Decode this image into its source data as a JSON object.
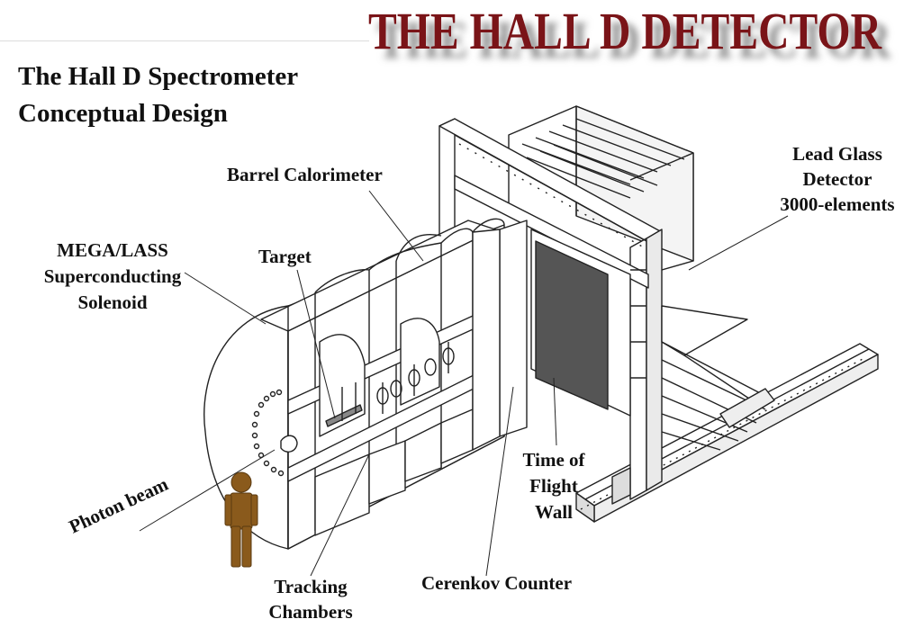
{
  "banner": {
    "title": "THE HALL D DETECTOR"
  },
  "heading": {
    "line1": "The Hall D Spectrometer",
    "line2": "Conceptual Design"
  },
  "labels": {
    "barrel_calorimeter": "Barrel Calorimeter",
    "lead_glass_1": "Lead Glass",
    "lead_glass_2": "Detector",
    "lead_glass_3": "3000-elements",
    "mega_lass_1": "MEGA/LASS",
    "mega_lass_2": "Superconducting",
    "mega_lass_3": "Solenoid",
    "target": "Target",
    "time_of_flight_1": "Time of",
    "time_of_flight_2": "Flight",
    "time_of_flight_3": "Wall",
    "photon_beam": "Photon beam",
    "tracking_1": "Tracking",
    "tracking_2": "Chambers",
    "cerenkov": "Cerenkov Counter"
  },
  "colors": {
    "banner_text": "#7a1418",
    "banner_shadow": "#8a8a8a",
    "person": "#8a5a1c",
    "line": "#222222"
  }
}
